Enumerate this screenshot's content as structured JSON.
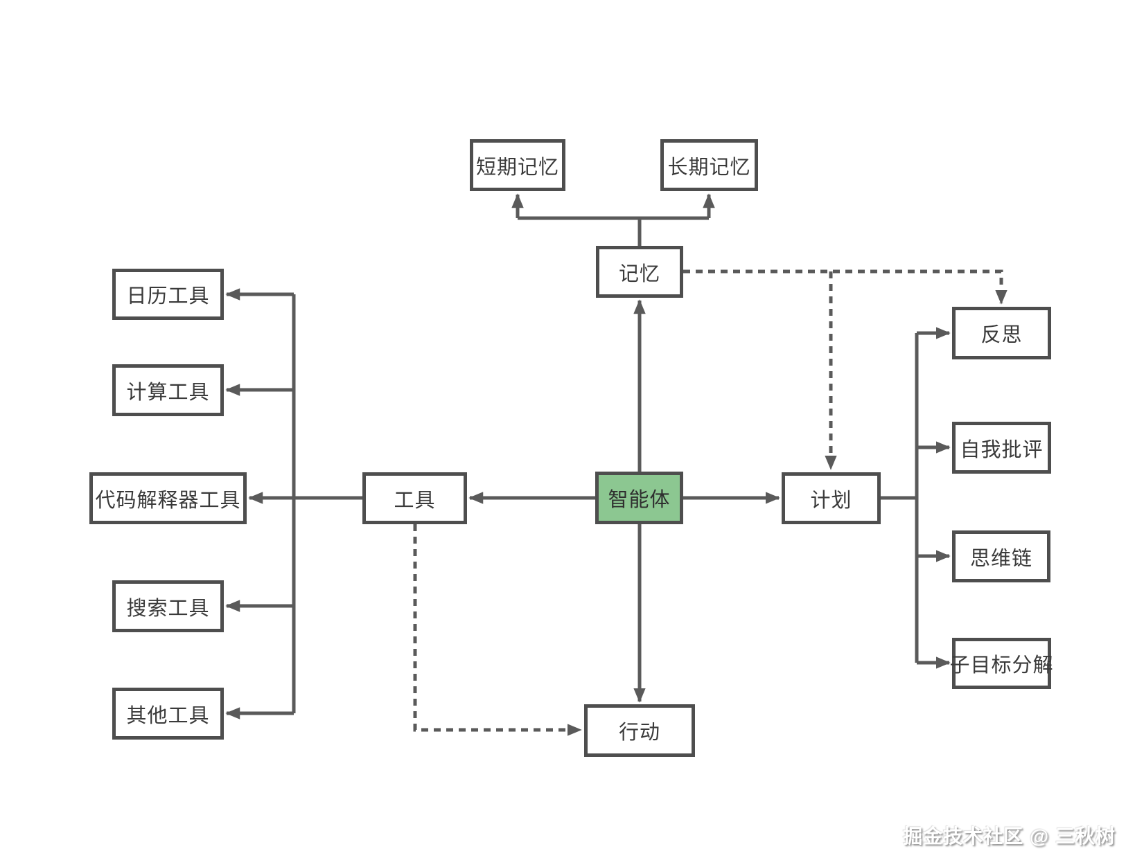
{
  "colors": {
    "background": "#ffffff",
    "line": "#5a5a5a",
    "node_border": "#4e4e4e",
    "node_fill": "#ffffff",
    "accent_node_fill": "#8cc791",
    "text": "#3a3a3a"
  },
  "nodes": {
    "agent": {
      "label": "智能体"
    },
    "memory": {
      "label": "记忆"
    },
    "short_term_memory": {
      "label": "短期记忆"
    },
    "long_term_memory": {
      "label": "长期记忆"
    },
    "tools": {
      "label": "工具"
    },
    "calendar_tool": {
      "label": "日历工具"
    },
    "calculator_tool": {
      "label": "计算工具"
    },
    "code_interpreter_tool": {
      "label": "代码解释器工具"
    },
    "search_tool": {
      "label": "搜索工具"
    },
    "other_tools": {
      "label": "其他工具"
    },
    "planning": {
      "label": "计划"
    },
    "reflection": {
      "label": "反思"
    },
    "self_criticism": {
      "label": "自我批评"
    },
    "chain_of_thought": {
      "label": "思维链"
    },
    "subgoal_decomposition": {
      "label": "子目标分解"
    },
    "action": {
      "label": "行动"
    }
  },
  "edges": [
    {
      "from": "agent",
      "to": "memory",
      "style": "solid"
    },
    {
      "from": "memory",
      "to": "short_term_memory",
      "style": "solid"
    },
    {
      "from": "memory",
      "to": "long_term_memory",
      "style": "solid"
    },
    {
      "from": "agent",
      "to": "tools",
      "style": "solid"
    },
    {
      "from": "agent",
      "to": "planning",
      "style": "solid"
    },
    {
      "from": "agent",
      "to": "action",
      "style": "solid"
    },
    {
      "from": "tools",
      "to": "calendar_tool",
      "style": "solid"
    },
    {
      "from": "tools",
      "to": "calculator_tool",
      "style": "solid"
    },
    {
      "from": "tools",
      "to": "code_interpreter_tool",
      "style": "solid"
    },
    {
      "from": "tools",
      "to": "search_tool",
      "style": "solid"
    },
    {
      "from": "tools",
      "to": "other_tools",
      "style": "solid"
    },
    {
      "from": "planning",
      "to": "reflection",
      "style": "solid"
    },
    {
      "from": "planning",
      "to": "self_criticism",
      "style": "solid"
    },
    {
      "from": "planning",
      "to": "chain_of_thought",
      "style": "solid"
    },
    {
      "from": "planning",
      "to": "subgoal_decomposition",
      "style": "solid"
    },
    {
      "from": "memory",
      "to": "planning",
      "style": "dashed"
    },
    {
      "from": "memory",
      "to": "reflection",
      "style": "dashed"
    },
    {
      "from": "tools",
      "to": "action",
      "style": "dashed"
    }
  ],
  "watermark": {
    "text": "掘金技术社区 @ 三秋树"
  }
}
